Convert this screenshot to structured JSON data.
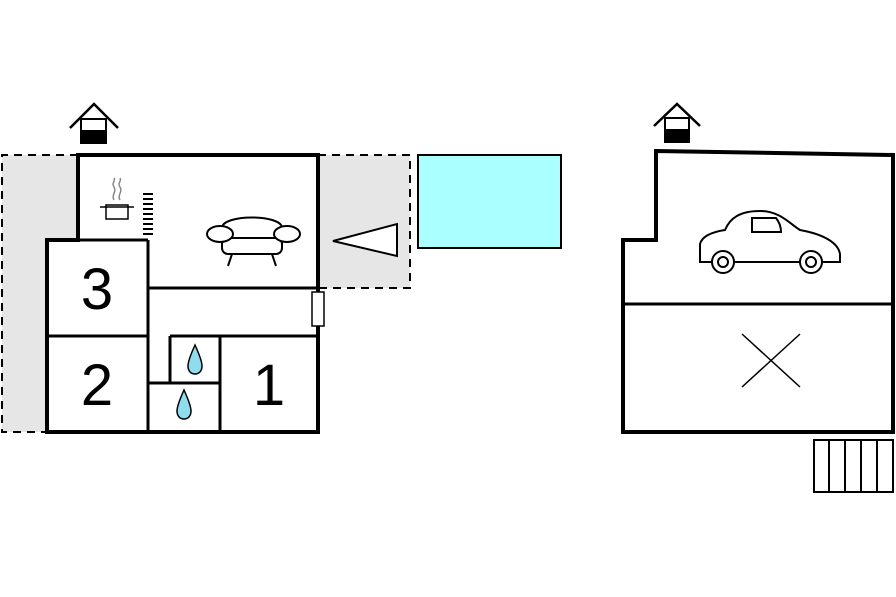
{
  "floor_plan": {
    "ground_floor": {
      "rooms": [
        {
          "label": "3",
          "type": "bedroom"
        },
        {
          "label": "2",
          "type": "bedroom"
        },
        {
          "label": "1",
          "type": "bedroom"
        }
      ],
      "icons": [
        "house-entrance-icon",
        "kitchen-pot-icon",
        "radiator-icon",
        "sofa-icon",
        "water-drop-icon",
        "water-drop-icon",
        "window-view-icon",
        "door-icon"
      ],
      "terrace": "gray-dashed-area",
      "pool": "pool-rectangle"
    },
    "upper_floor": {
      "icons": [
        "house-entrance-icon",
        "car-icon",
        "cross-icon",
        "stairs-icon"
      ]
    },
    "colors": {
      "wall": "#000000",
      "terrace_fill": "#e6e6e6",
      "pool_fill": "#aaffff",
      "water": "#8fdcef"
    }
  }
}
